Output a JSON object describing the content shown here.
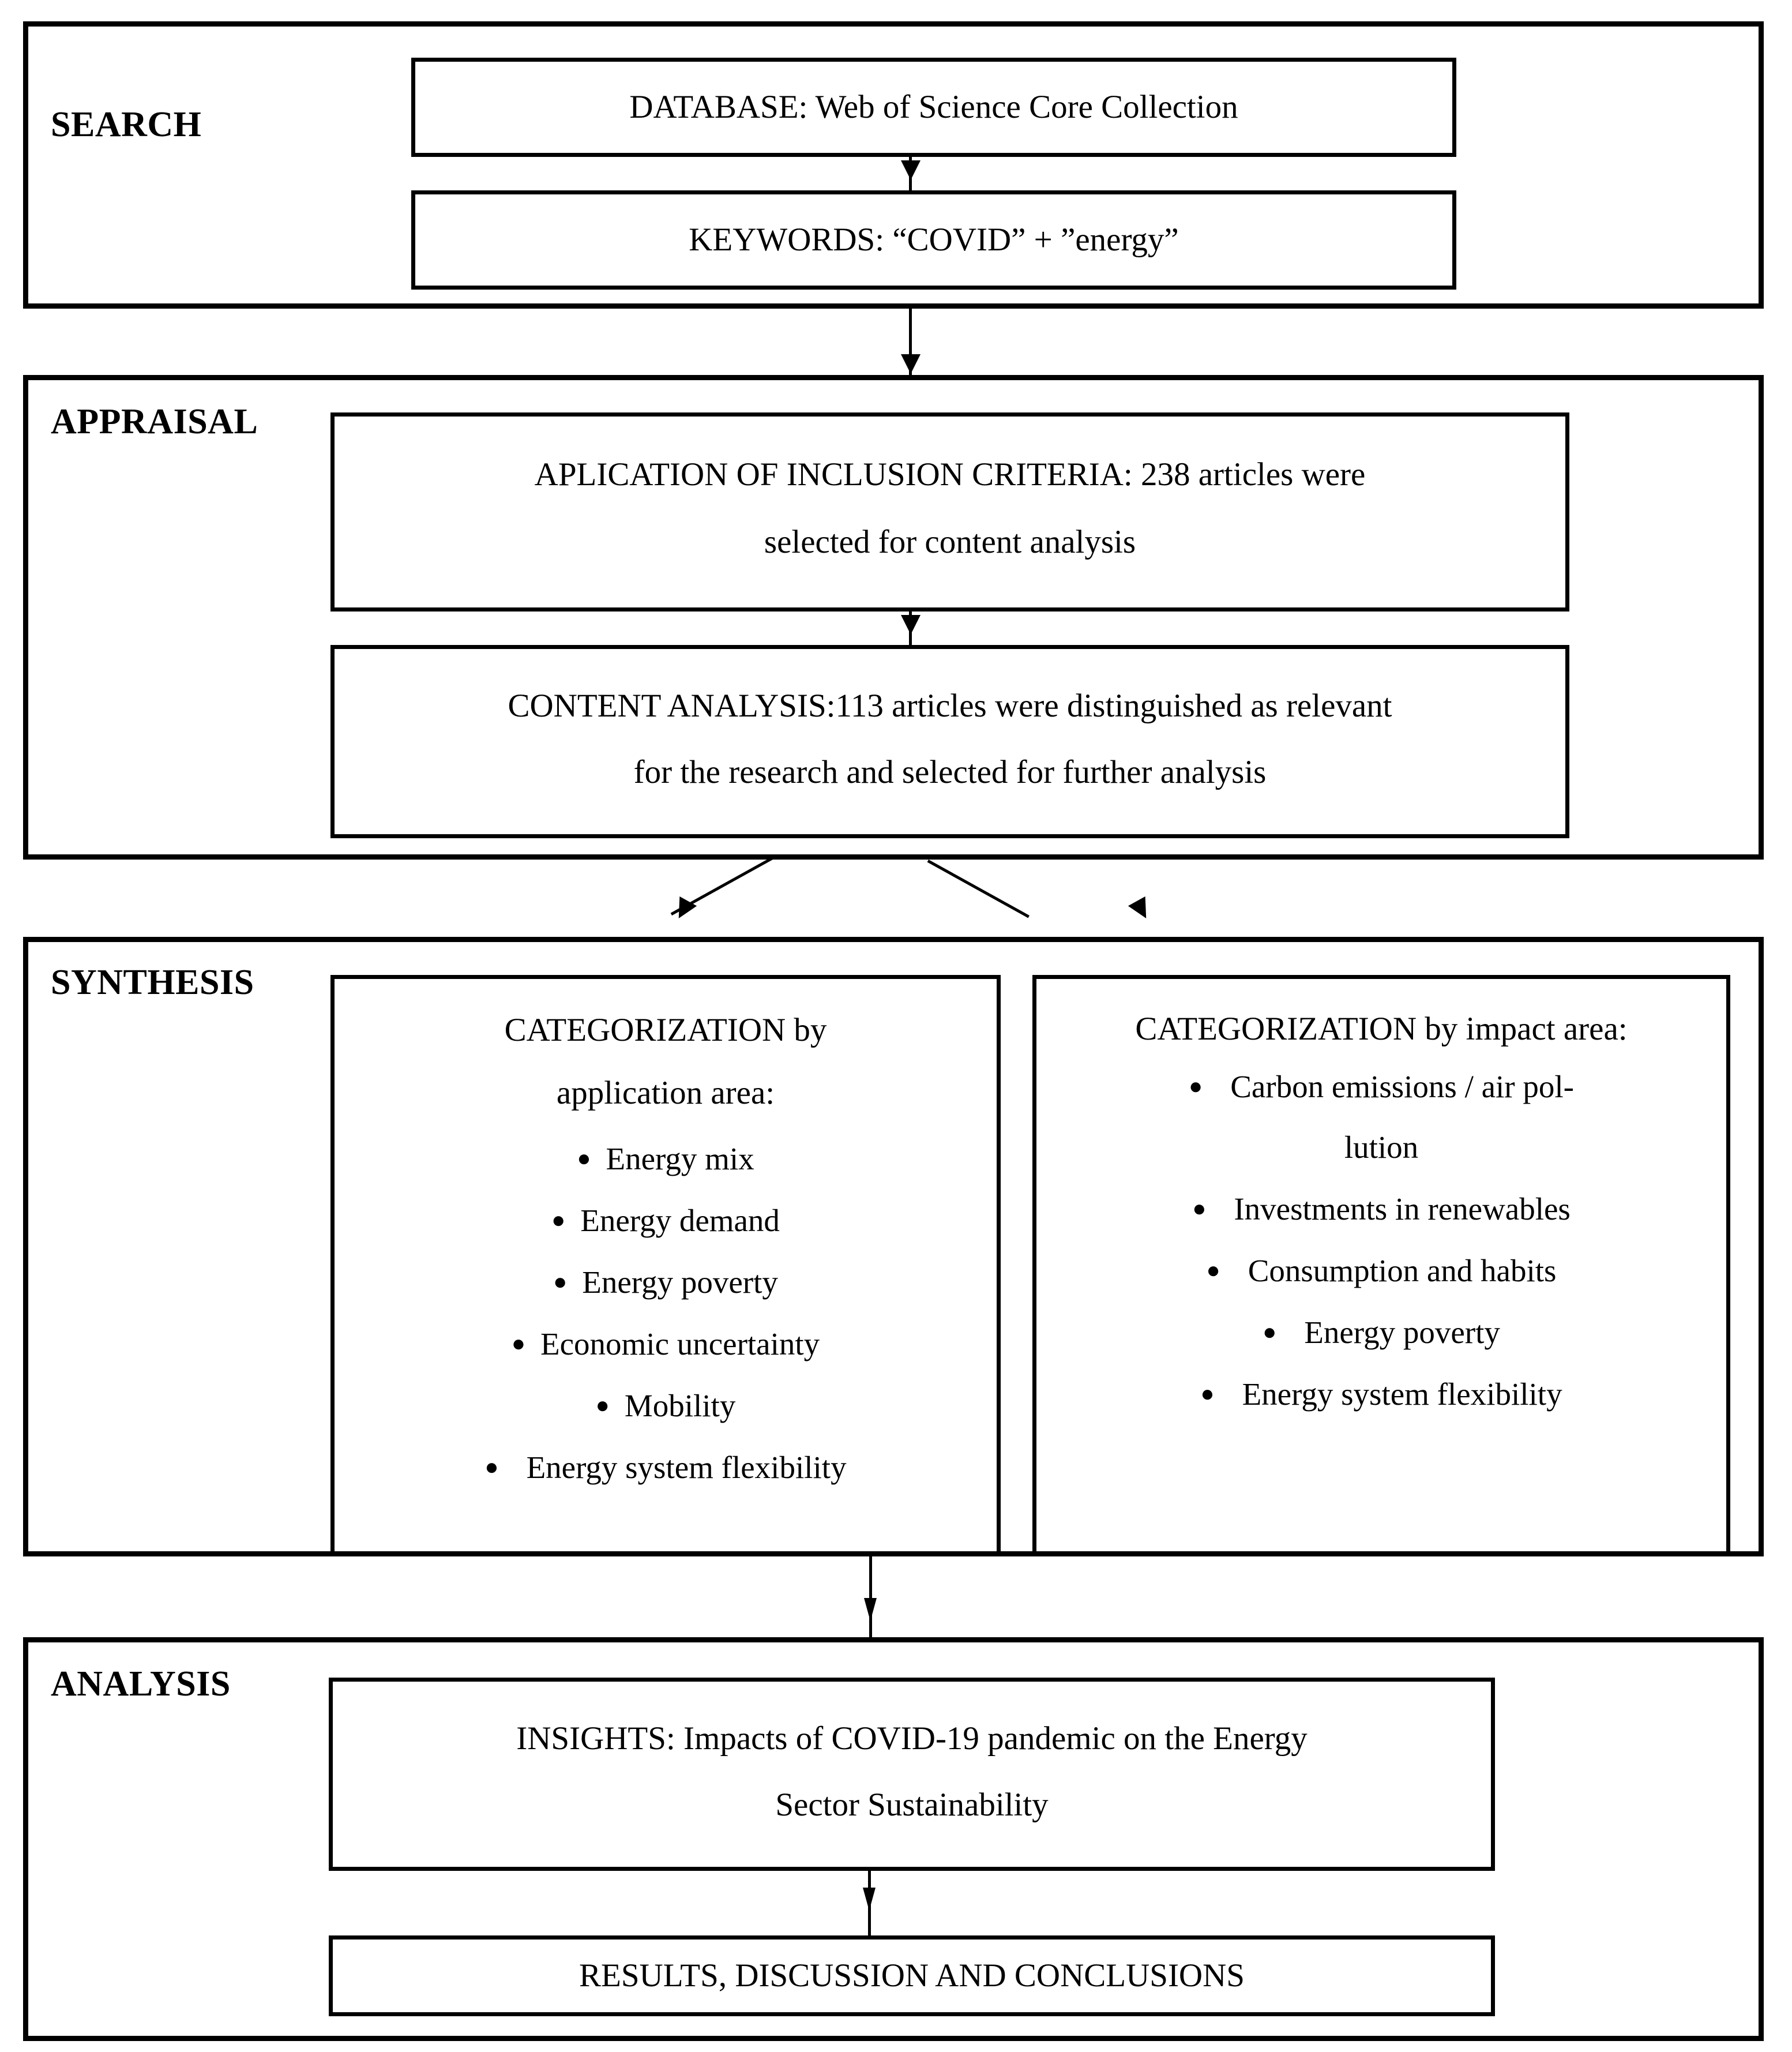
{
  "diagram": {
    "title": "Research methodology flowchart",
    "stages": [
      {
        "id": "search",
        "label": "SEARCH",
        "boxes": [
          {
            "id": "database",
            "lines": [
              "DATABASE: Web of Science Core Collection"
            ]
          },
          {
            "id": "keywords",
            "lines": [
              "KEYWORDS: “COVID” + ”energy”"
            ]
          }
        ]
      },
      {
        "id": "appraisal",
        "label": "APPRAISAL",
        "boxes": [
          {
            "id": "inclusion-criteria",
            "lines": [
              "APLICATION OF INCLUSION CRITERIA: 238 articles were",
              "selected for content analysis"
            ]
          },
          {
            "id": "content-analysis",
            "lines": [
              "CONTENT ANALYSIS:113 articles were distinguished as relevant",
              "for the research and selected for further analysis"
            ]
          }
        ]
      },
      {
        "id": "synthesis",
        "label": "SYNTHESIS",
        "boxes": [
          {
            "id": "categorization-application-area",
            "title_lines": [
              "CATEGORIZATION by",
              "application area:"
            ],
            "bullets": [
              {
                "text": "Energy mix"
              },
              {
                "text": "Energy demand"
              },
              {
                "text": "Energy poverty"
              },
              {
                "text": "Economic uncertainty"
              },
              {
                "text": "Mobility"
              },
              {
                "text": "Energy system flexibility"
              }
            ]
          },
          {
            "id": "categorization-impact-area",
            "title_lines": [
              "CATEGORIZATION by impact area:"
            ],
            "bullets": [
              {
                "text": "Carbon emissions / air pol-",
                "continuation": "lution"
              },
              {
                "text": "Investments in renewables"
              },
              {
                "text": "Consumption and habits"
              },
              {
                "text": "Energy poverty"
              },
              {
                "text": "Energy system flexibility"
              }
            ]
          }
        ]
      },
      {
        "id": "analysis",
        "label": "ANALYSIS",
        "boxes": [
          {
            "id": "insights",
            "lines": [
              "INSIGHTS: Impacts of COVID-19 pandemic on the Energy",
              "Sector Sustainability"
            ]
          },
          {
            "id": "results",
            "lines": [
              "RESULTS, DISCUSSION AND CONCLUSIONS"
            ]
          }
        ]
      }
    ],
    "colors": {
      "ink": "#000000",
      "paper": "#ffffff"
    }
  }
}
